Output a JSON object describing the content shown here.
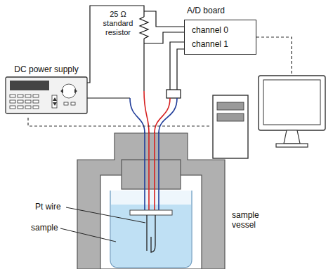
{
  "diagram": {
    "nodes": [
      {
        "text": [
          "A/D board",
          "channel 0",
          "channel 1"
        ]
      },
      {
        "text": [
          "DC power supply"
        ]
      },
      {
        "text": [
          "PC"
        ]
      },
      {
        "text": [
          "sample vessel"
        ]
      }
    ],
    "edges": [
      {
        "from": 1,
        "to": 2,
        "arrow": "none"
      },
      {
        "from": 0,
        "to": 2,
        "arrow": "none"
      }
    ],
    "labels": [
      "25 Ω standard resistor",
      "Pt wire",
      "sample"
    ]
  }
}
